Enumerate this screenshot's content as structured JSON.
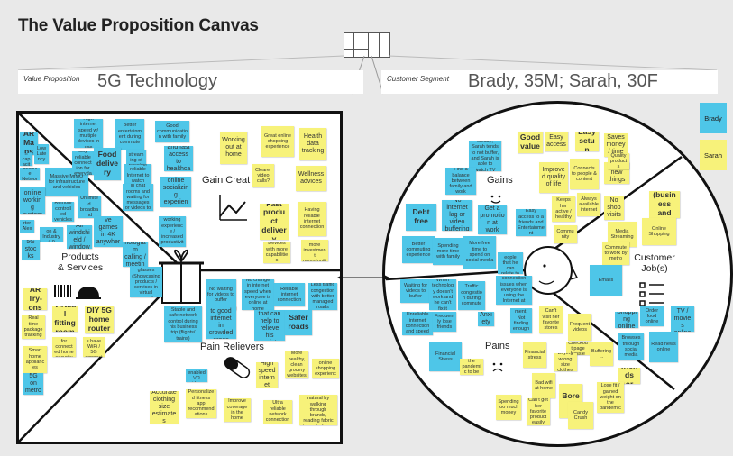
{
  "title": "The Value Proposition Canvas",
  "header": {
    "vp_label": "Value Proposition",
    "vp_value": "5G Technology",
    "cs_label": "Customer Segment",
    "cs_value": "Brady, 35M; Sarah, 30F"
  },
  "legend": [
    {
      "label": "Brady",
      "color": "#4ec6e8"
    },
    {
      "label": "Sarah",
      "color": "#f7f27a"
    }
  ],
  "sections": {
    "products": "Products\n& Services",
    "gain_creators": "Gain Creat",
    "pain_relievers": "Pain Relievers",
    "gains": "Gains",
    "pains": "Pains",
    "customer_jobs": "Customer\nJob(s)"
  },
  "notes": [
    {
      "text": "AR Maps",
      "color": "blue"
    },
    {
      "text": "High capacity",
      "color": "blue"
    },
    {
      "text": "Low Latency",
      "color": "blue"
    },
    {
      "text": "Ultra-Reliable Network",
      "color": "blue"
    },
    {
      "text": "Massive MIMO for infrastructure and vehicles",
      "color": "blue"
    },
    {
      "text": "Stable online working system",
      "color": "blue"
    },
    {
      "text": "Remote controlled vehicles",
      "color": "blue"
    },
    {
      "text": "Unlimited broadband",
      "color": "blue"
    },
    {
      "text": "Smarter Alexa",
      "color": "blue"
    },
    {
      "text": "Automation & Industry 4.0",
      "color": "blue"
    },
    {
      "text": "All windshield / window",
      "color": "blue"
    },
    {
      "text": "Immersive games in 4K anywhere",
      "color": "blue"
    },
    {
      "text": "5G stocks",
      "color": "blue"
    },
    {
      "text": "3D hologram calling / meeting",
      "color": "blue"
    },
    {
      "text": "Smart / AR glasses (Showcasing products / services in virtual space)",
      "color": "blue"
    },
    {
      "text": "High internet speed w/ multiple devices in use",
      "color": "blue"
    },
    {
      "text": "Better entertainment during commute",
      "color": "blue"
    },
    {
      "text": "Good communication with family",
      "color": "blue"
    },
    {
      "text": "Seamlessly reliable connection for everyday",
      "color": "blue"
    },
    {
      "text": "Food delivery",
      "color": "blue"
    },
    {
      "text": "Live streaming of events",
      "color": "blue"
    },
    {
      "text": "Exciting, reliable Internet to watch online sports",
      "color": "blue"
    },
    {
      "text": "Easy and fast access to healthcare",
      "color": "blue"
    },
    {
      "text": "No waiting in chat rooms and waiting for messages or videos to load",
      "color": "blue"
    },
    {
      "text": "Good online socializing experience",
      "color": "blue"
    },
    {
      "text": "Recording working experience / increased productivity",
      "color": "blue"
    },
    {
      "text": "Working out at home",
      "color": "yellow"
    },
    {
      "text": "Great online shopping experience",
      "color": "yellow"
    },
    {
      "text": "Health data tracking",
      "color": "yellow"
    },
    {
      "text": "Clearer video calls?",
      "color": "yellow"
    },
    {
      "text": "Wellness advices",
      "color": "yellow"
    },
    {
      "text": "Fast product delivery",
      "color": "yellow"
    },
    {
      "text": "Having reliable internet connection",
      "color": "yellow"
    },
    {
      "text": "Devices with more capabilities",
      "color": "yellow"
    },
    {
      "text": "5G creates more investment opportunities",
      "color": "yellow"
    },
    {
      "text": "AR Try-ons",
      "color": "yellow"
    },
    {
      "text": "Virtual fitting room",
      "color": "yellow"
    },
    {
      "text": "Real time package tracking",
      "color": "yellow"
    },
    {
      "text": "DIY 5G home router",
      "color": "yellow"
    },
    {
      "text": "Better for connected home security",
      "color": "yellow"
    },
    {
      "text": "All products have WiFi / 5G connectivity",
      "color": "yellow"
    },
    {
      "text": "Smart home appliances",
      "color": "yellow"
    },
    {
      "text": "5G on metro",
      "color": "blue"
    },
    {
      "text": "No waiting for videos to buffer",
      "color": "blue"
    },
    {
      "text": "No change in internet speed when everyone is online at home",
      "color": "blue"
    },
    {
      "text": "Reliable internet connection",
      "color": "blue"
    },
    {
      "text": "Less traffic congestion with better managed roads",
      "color": "blue"
    },
    {
      "text": "Stable and safe network control during his business trip (flights/ trains)",
      "color": "blue"
    },
    {
      "text": "Access to good internet in crowded areas",
      "color": "blue"
    },
    {
      "text": "Games that can help to relieve his anxiety",
      "color": "blue"
    },
    {
      "text": "Safer roads",
      "color": "blue"
    },
    {
      "text": "5G enabled VR videos",
      "color": "blue"
    },
    {
      "text": "High speed internet",
      "color": "yellow"
    },
    {
      "text": "More healthy, clean grocery websites",
      "color": "yellow"
    },
    {
      "text": "Innovative online shopping experience",
      "color": "yellow"
    },
    {
      "text": "Accurate clothing size estimates",
      "color": "yellow"
    },
    {
      "text": "Personalized fitness app recommendations",
      "color": "yellow"
    },
    {
      "text": "Improve coverage in the home",
      "color": "yellow"
    },
    {
      "text": "Ultra reliable network connection",
      "color": "yellow"
    },
    {
      "text": "Make VR/AR shopping look natural by walking through brands, reading fabric to control own spending",
      "color": "yellow"
    },
    {
      "text": "The network could be steady; Sarah tends to not buffer, and Sarah is able to watch TV online at the same time",
      "color": "blue"
    },
    {
      "text": "Find a balance between family and work",
      "color": "blue"
    },
    {
      "text": "No internet lag or video buffering",
      "color": "blue"
    },
    {
      "text": "Get a promotion at work",
      "color": "blue"
    },
    {
      "text": "Debt free",
      "color": "blue"
    },
    {
      "text": "Better commuting experience",
      "color": "blue"
    },
    {
      "text": "Spending more time with family",
      "color": "blue"
    },
    {
      "text": "More free time to spend on social media",
      "color": "blue"
    },
    {
      "text": "Easy access to a friends and Entertainment",
      "color": "blue"
    },
    {
      "text": "Friends/People that he can relate to",
      "color": "blue"
    },
    {
      "text": "Good value",
      "color": "yellow"
    },
    {
      "text": "Easy access",
      "color": "yellow"
    },
    {
      "text": "Easy setup",
      "color": "yellow"
    },
    {
      "text": "Saves money / time",
      "color": "yellow"
    },
    {
      "text": "Improved quality of life",
      "color": "yellow"
    },
    {
      "text": "Connects to people & content",
      "color": "yellow"
    },
    {
      "text": "Trying new things",
      "color": "yellow"
    },
    {
      "text": "Keeps her active / healthy",
      "color": "yellow"
    },
    {
      "text": "Always available internet",
      "color": "yellow"
    },
    {
      "text": "No shop visits",
      "color": "yellow"
    },
    {
      "text": "Community",
      "color": "yellow"
    },
    {
      "text": "Quality products",
      "color": "yellow"
    },
    {
      "text": "Waiting for videos to buffer",
      "color": "blue"
    },
    {
      "text": "When technology doesn't work and he can't fix it",
      "color": "blue"
    },
    {
      "text": "Traffic congestion during commute",
      "color": "blue"
    },
    {
      "text": "Internet connection issues when everyone is using the Internet at home",
      "color": "blue"
    },
    {
      "text": "Unreliable internet connection and speed",
      "color": "blue"
    },
    {
      "text": "Frequently lose friends",
      "color": "blue"
    },
    {
      "text": "Anxiety",
      "color": "blue"
    },
    {
      "text": "Time Management, Not finding enough time in the day",
      "color": "blue"
    },
    {
      "text": "Financial Stress",
      "color": "blue"
    },
    {
      "text": "Wants the pandemic to be over",
      "color": "yellow"
    },
    {
      "text": "Can't visit her favorite stores",
      "color": "yellow"
    },
    {
      "text": "Frequent videos",
      "color": "yellow"
    },
    {
      "text": "Checkout page hassle",
      "color": "yellow"
    },
    {
      "text": "Financial stress",
      "color": "yellow"
    },
    {
      "text": "Buffering...",
      "color": "yellow"
    },
    {
      "text": "Buying wrong size clothes",
      "color": "yellow"
    },
    {
      "text": "Bad wifi at home",
      "color": "yellow"
    },
    {
      "text": "Bored",
      "color": "yellow"
    },
    {
      "text": "Can't see friends or family?",
      "color": "yellow"
    },
    {
      "text": "Spending too much money",
      "color": "yellow"
    },
    {
      "text": "Can't get her favorite product easily",
      "color": "yellow"
    },
    {
      "text": "Lose fit / gained weight on the pandemic",
      "color": "yellow"
    },
    {
      "text": "Candy Crush",
      "color": "yellow"
    },
    {
      "text": "Video Calls (business and leisure)",
      "color": "yellow"
    },
    {
      "text": "Media Streaming",
      "color": "yellow"
    },
    {
      "text": "Online Shopping",
      "color": "yellow"
    },
    {
      "text": "Commute to work by metro",
      "color": "yellow"
    },
    {
      "text": "Emails",
      "color": "blue"
    },
    {
      "text": "Shopping online",
      "color": "blue"
    },
    {
      "text": "Order food online",
      "color": "blue"
    },
    {
      "text": "Watch TV / movies online",
      "color": "blue"
    },
    {
      "text": "Browses through social media",
      "color": "blue"
    },
    {
      "text": "Read news online",
      "color": "blue"
    }
  ]
}
